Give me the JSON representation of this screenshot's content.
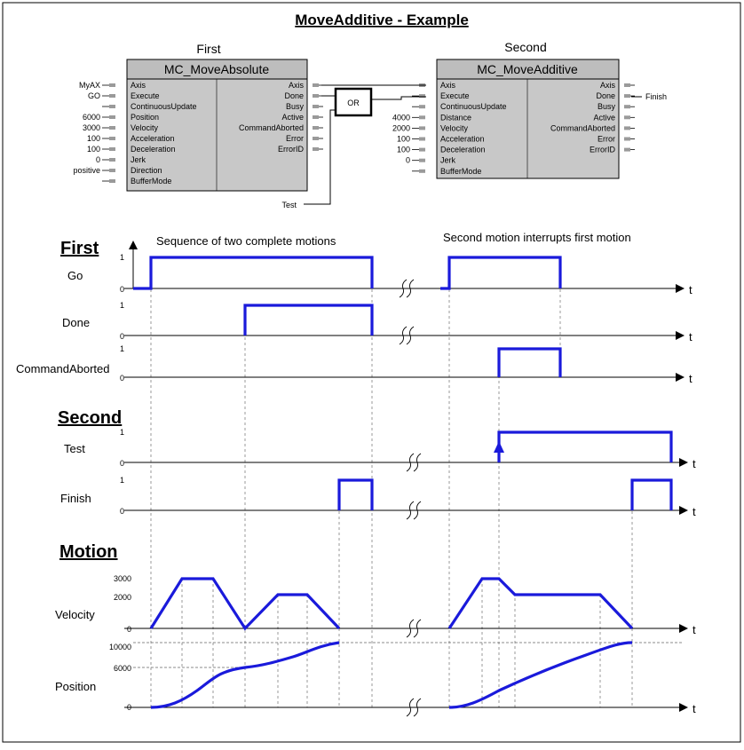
{
  "title": "MoveAdditive - Example",
  "blocks": {
    "first": {
      "caption": "First",
      "name": "MC_MoveAbsolute",
      "inputs": [
        "Axis",
        "Execute",
        "ContinuousUpdate",
        "Position",
        "Velocity",
        "Acceleration",
        "Deceleration",
        "Jerk",
        "Direction",
        "BufferMode"
      ],
      "input_values": [
        "MyAX",
        "GO",
        "",
        "6000",
        "3000",
        "100",
        "100",
        "0",
        "positive",
        ""
      ],
      "outputs": [
        "Axis",
        "Done",
        "Busy",
        "Active",
        "CommandAborted",
        "Error",
        "ErrorID"
      ]
    },
    "second": {
      "caption": "Second",
      "name": "MC_MoveAdditive",
      "inputs": [
        "Axis",
        "Execute",
        "ContinuousUpdate",
        "Distance",
        "Velocity",
        "Acceleration",
        "Deceleration",
        "Jerk",
        "BufferMode"
      ],
      "input_values": [
        "",
        "",
        "",
        "4000",
        "2000",
        "100",
        "100",
        "0",
        ""
      ],
      "outputs": [
        "Axis",
        "Done",
        "Busy",
        "Active",
        "CommandAborted",
        "Error",
        "ErrorID"
      ],
      "done_output_label": "Finish"
    },
    "or_gate": "OR",
    "test_label": "Test"
  },
  "sections": {
    "first": "First",
    "second": "Second",
    "motion": "Motion"
  },
  "annotations": {
    "left": "Sequence of two complete motions",
    "right": "Second motion interrupts first motion"
  },
  "time_axis_label": "t",
  "signals": {
    "go": {
      "label": "Go",
      "y_ticks": [
        "1",
        "0"
      ]
    },
    "done": {
      "label": "Done",
      "y_ticks": [
        "1",
        "0"
      ]
    },
    "command_aborted": {
      "label": "CommandAborted",
      "y_ticks": [
        "1",
        "0"
      ]
    },
    "test": {
      "label": "Test",
      "y_ticks": [
        "1",
        "0"
      ]
    },
    "finish": {
      "label": "Finish",
      "y_ticks": [
        "1",
        "0"
      ]
    },
    "velocity": {
      "label": "Velocity",
      "y_ticks": [
        "3000",
        "2000",
        "0"
      ]
    },
    "position": {
      "label": "Position",
      "y_ticks": [
        "10000",
        "6000",
        "0"
      ]
    }
  },
  "colors": {
    "signal": "#1a1adb",
    "block_header": "#bdbdbd",
    "block_body": "#c8c8c8",
    "axis": "#000000"
  }
}
